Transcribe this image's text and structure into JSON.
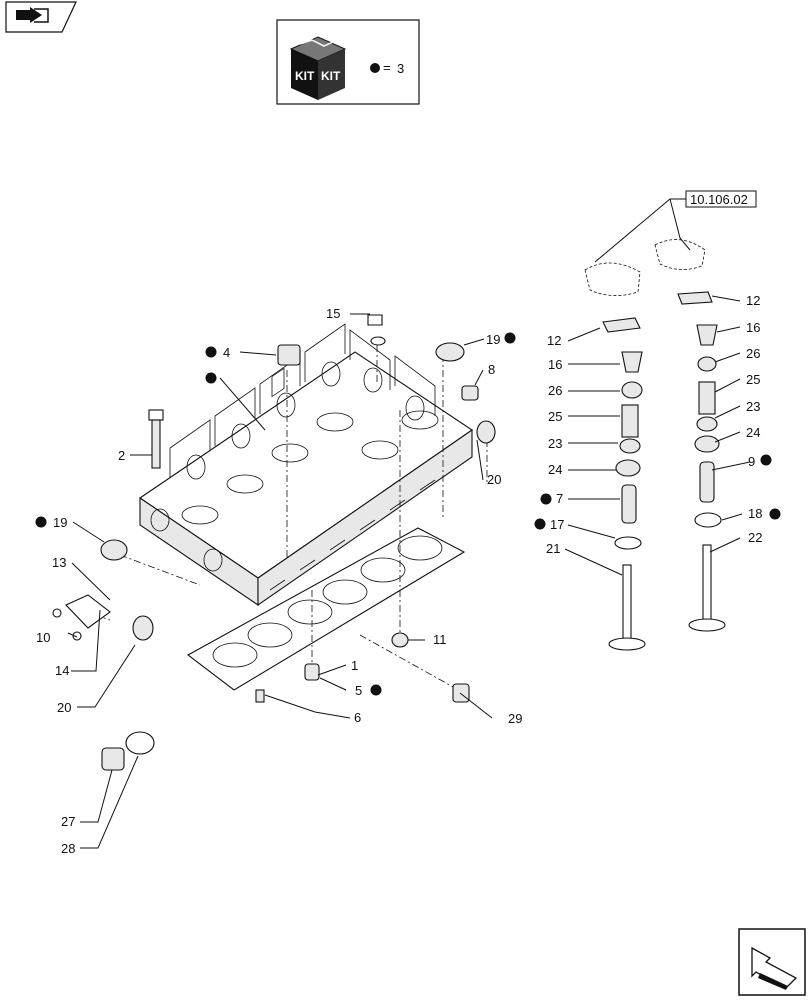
{
  "kit": {
    "label_kit_left": "KIT",
    "label_kit_right": "KIT",
    "legend_symbol": "=",
    "legend_value": "3"
  },
  "ref_box": {
    "text": "10.106.02"
  },
  "callouts": [
    {
      "id": "c15",
      "text": "15"
    },
    {
      "id": "c4",
      "text": "4"
    },
    {
      "id": "c19a",
      "text": "19"
    },
    {
      "id": "c8",
      "text": "8"
    },
    {
      "id": "c2",
      "text": "2"
    },
    {
      "id": "c20a",
      "text": "20"
    },
    {
      "id": "c19b",
      "text": "19"
    },
    {
      "id": "c13",
      "text": "13"
    },
    {
      "id": "c10",
      "text": "10"
    },
    {
      "id": "c14",
      "text": "14"
    },
    {
      "id": "c20b",
      "text": "20"
    },
    {
      "id": "c1",
      "text": "1"
    },
    {
      "id": "c11",
      "text": "11"
    },
    {
      "id": "c5",
      "text": "5"
    },
    {
      "id": "c6",
      "text": "6"
    },
    {
      "id": "c29",
      "text": "29"
    },
    {
      "id": "c27",
      "text": "27"
    },
    {
      "id": "c28",
      "text": "28"
    },
    {
      "id": "c12a",
      "text": "12"
    },
    {
      "id": "c16a",
      "text": "16"
    },
    {
      "id": "c26a",
      "text": "26"
    },
    {
      "id": "c25a",
      "text": "25"
    },
    {
      "id": "c23a",
      "text": "23"
    },
    {
      "id": "c24a",
      "text": "24"
    },
    {
      "id": "c7",
      "text": "7"
    },
    {
      "id": "c17",
      "text": "17"
    },
    {
      "id": "c21",
      "text": "21"
    },
    {
      "id": "c12b",
      "text": "12"
    },
    {
      "id": "c16b",
      "text": "16"
    },
    {
      "id": "c26b",
      "text": "26"
    },
    {
      "id": "c25b",
      "text": "25"
    },
    {
      "id": "c23b",
      "text": "23"
    },
    {
      "id": "c24b",
      "text": "24"
    },
    {
      "id": "c9",
      "text": "9"
    },
    {
      "id": "c18",
      "text": "18"
    },
    {
      "id": "c22",
      "text": "22"
    }
  ],
  "icons": {
    "top_left": "book-arrow-icon",
    "bottom_right": "next-page-arrow-icon",
    "kit": "kit-box-icon"
  }
}
